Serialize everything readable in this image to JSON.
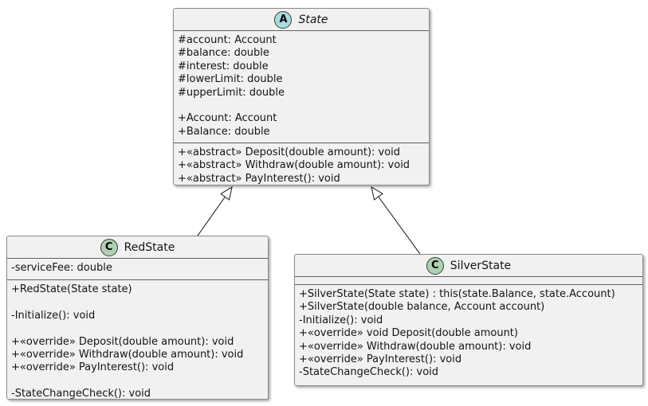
{
  "colors": {
    "box_fill": "#F1F1F1",
    "box_border": "#8A8A8A",
    "separator": "#5F5F5F",
    "text_color": "#141414",
    "line_color": "#2A2A2A",
    "abstract_icon_fill": "#A9DCDF",
    "class_icon_fill": "#ADD1B2",
    "icon_border": "#3B3B3B"
  },
  "classes": {
    "state": {
      "name": "State",
      "kind": "abstract",
      "badge_letter": "A",
      "attributes": [
        "#account: Account",
        "#balance: double",
        "#interest: double",
        "#lowerLimit: double",
        "#upperLimit: double",
        "",
        "+Account: Account",
        "+Balance: double"
      ],
      "methods": [
        "+«abstract» Deposit(double amount): void",
        "+«abstract» Withdraw(double amount): void",
        "+«abstract» PayInterest(): void"
      ]
    },
    "redstate": {
      "name": "RedState",
      "kind": "class",
      "badge_letter": "C",
      "attributes": [
        "-serviceFee: double"
      ],
      "methods": [
        "+RedState(State state)",
        "",
        "-Initialize(): void",
        "",
        "+«override» Deposit(double amount): void",
        "+«override» Withdraw(double amount): void",
        "+«override» PayInterest(): void",
        "",
        "-StateChangeCheck(): void"
      ]
    },
    "silverstate": {
      "name": "SilverState",
      "kind": "class",
      "badge_letter": "C",
      "attributes": [],
      "methods": [
        "+SilverState(State state) : this(state.Balance, state.Account)",
        "+SilverState(double balance, Account account)",
        "-Initialize(): void",
        "+«override» void Deposit(double amount)",
        "+«override» Withdraw(double amount): void",
        "+«override» PayInterest(): void",
        "-StateChangeCheck(): void"
      ]
    }
  },
  "relationships": [
    {
      "from": "RedState",
      "to": "State",
      "type": "inheritance"
    },
    {
      "from": "SilverState",
      "to": "State",
      "type": "inheritance"
    }
  ]
}
